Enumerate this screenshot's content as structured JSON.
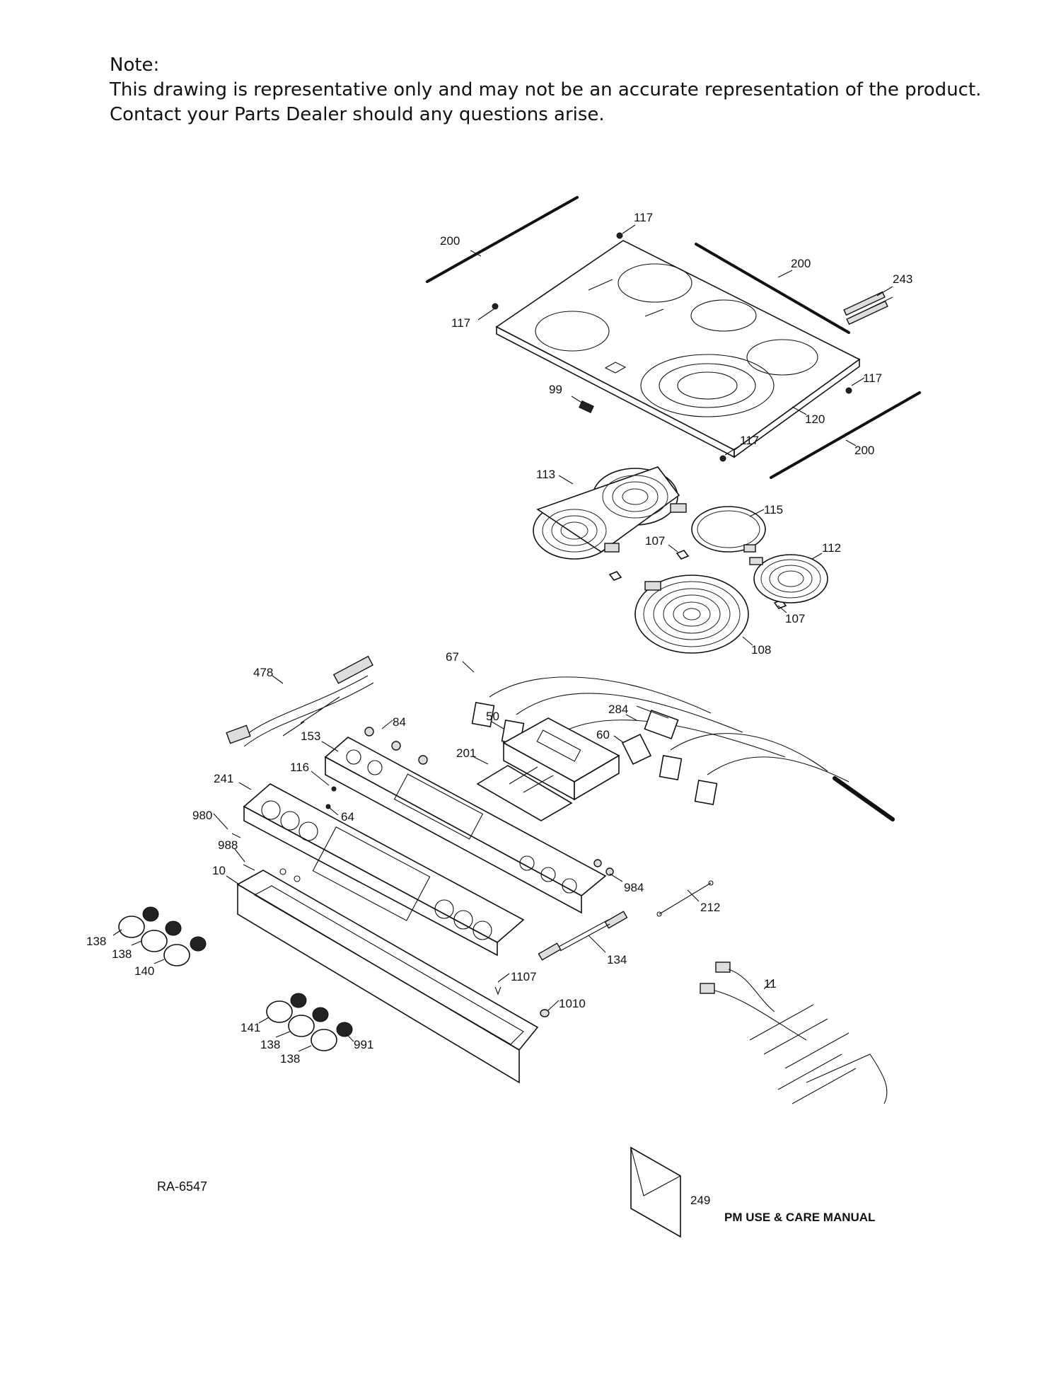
{
  "note": {
    "heading": "Note:",
    "line1": "This drawing is representative only and may not be an accurate representation of the product.",
    "line2": "Contact your Parts Dealer should any questions arise."
  },
  "diagram": {
    "doc_id": "RA-6547",
    "manual_number": "249",
    "manual_label": "PM USE & CARE MANUAL",
    "callouts": {
      "c200a": "200",
      "c117a": "117",
      "c200b": "200",
      "c243": "243",
      "c117b": "117",
      "c99": "99",
      "c117c": "117",
      "c120": "120",
      "c117d": "117",
      "c200c": "200",
      "c113": "113",
      "c115": "115",
      "c107a": "107",
      "c112": "112",
      "c107b": "107",
      "c108": "108",
      "c67": "67",
      "c478": "478",
      "c84": "84",
      "c50": "50",
      "c284": "284",
      "c60": "60",
      "c153": "153",
      "c201": "201",
      "c241": "241",
      "c116": "116",
      "c64": "64",
      "c980": "980",
      "c988": "988",
      "c10": "10",
      "c984": "984",
      "c212": "212",
      "c138a": "138",
      "c138b": "138",
      "c140": "140",
      "c134": "134",
      "c1107": "1107",
      "c11": "11",
      "c1010": "1010",
      "c141": "141",
      "c138c": "138",
      "c138d": "138",
      "c991": "991"
    }
  }
}
